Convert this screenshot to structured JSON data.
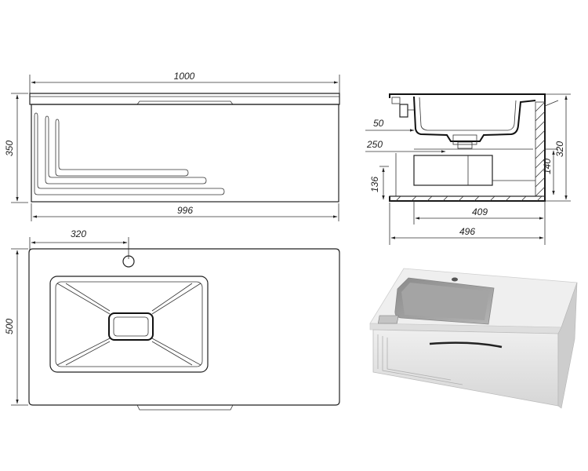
{
  "front_view": {
    "width_top": "1000",
    "height": "350",
    "width_bottom": "996"
  },
  "section_view": {
    "drain_offset": "50",
    "drawer_offset": "250",
    "front_height": "136",
    "drawer_height": "140",
    "total_height": "320",
    "inner_width": "409",
    "total_width": "496"
  },
  "top_view": {
    "tap_offset": "320",
    "depth": "500"
  },
  "colors": {
    "line": "#222222",
    "render_body": "#e9e9e9",
    "render_basin": "#9a9a9a"
  }
}
